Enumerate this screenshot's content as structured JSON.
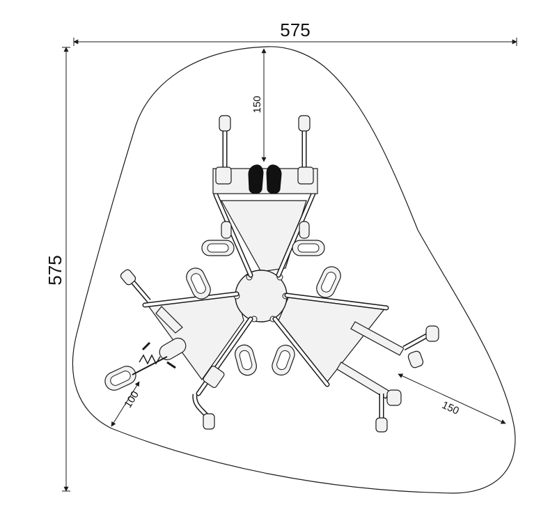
{
  "dimensions": {
    "overall_width": "575",
    "overall_height": "575",
    "top_clearance": "150",
    "side_clearance": "150",
    "corner_clearance": "100"
  },
  "colors": {
    "line": "#1a1a1a",
    "fill": "#f2f2f2",
    "dark": "#111111"
  }
}
